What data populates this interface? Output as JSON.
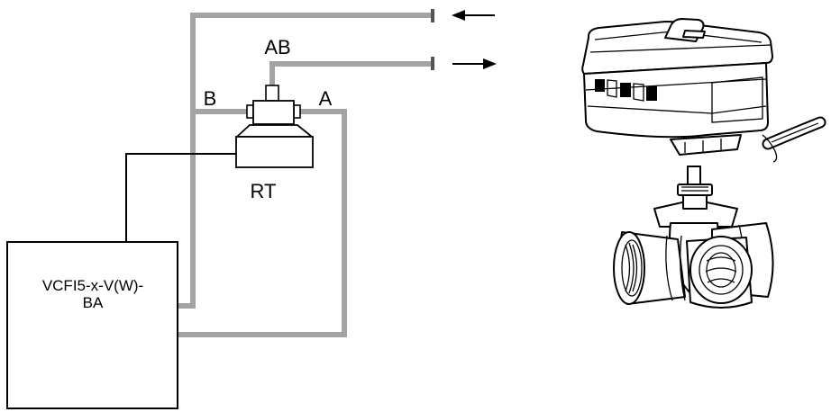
{
  "labels": {
    "ab": "AB",
    "a": "A",
    "b": "B",
    "rt": "RT",
    "unit_line1": "VCFI5-x-V(W)-",
    "unit_line2": "BA"
  },
  "colors": {
    "pipe": "#a3a3a3",
    "line": "#000000",
    "background": "#ffffff"
  },
  "icons": {
    "return_arrow": "arrow-left-icon",
    "supply_arrow": "arrow-right-icon"
  }
}
